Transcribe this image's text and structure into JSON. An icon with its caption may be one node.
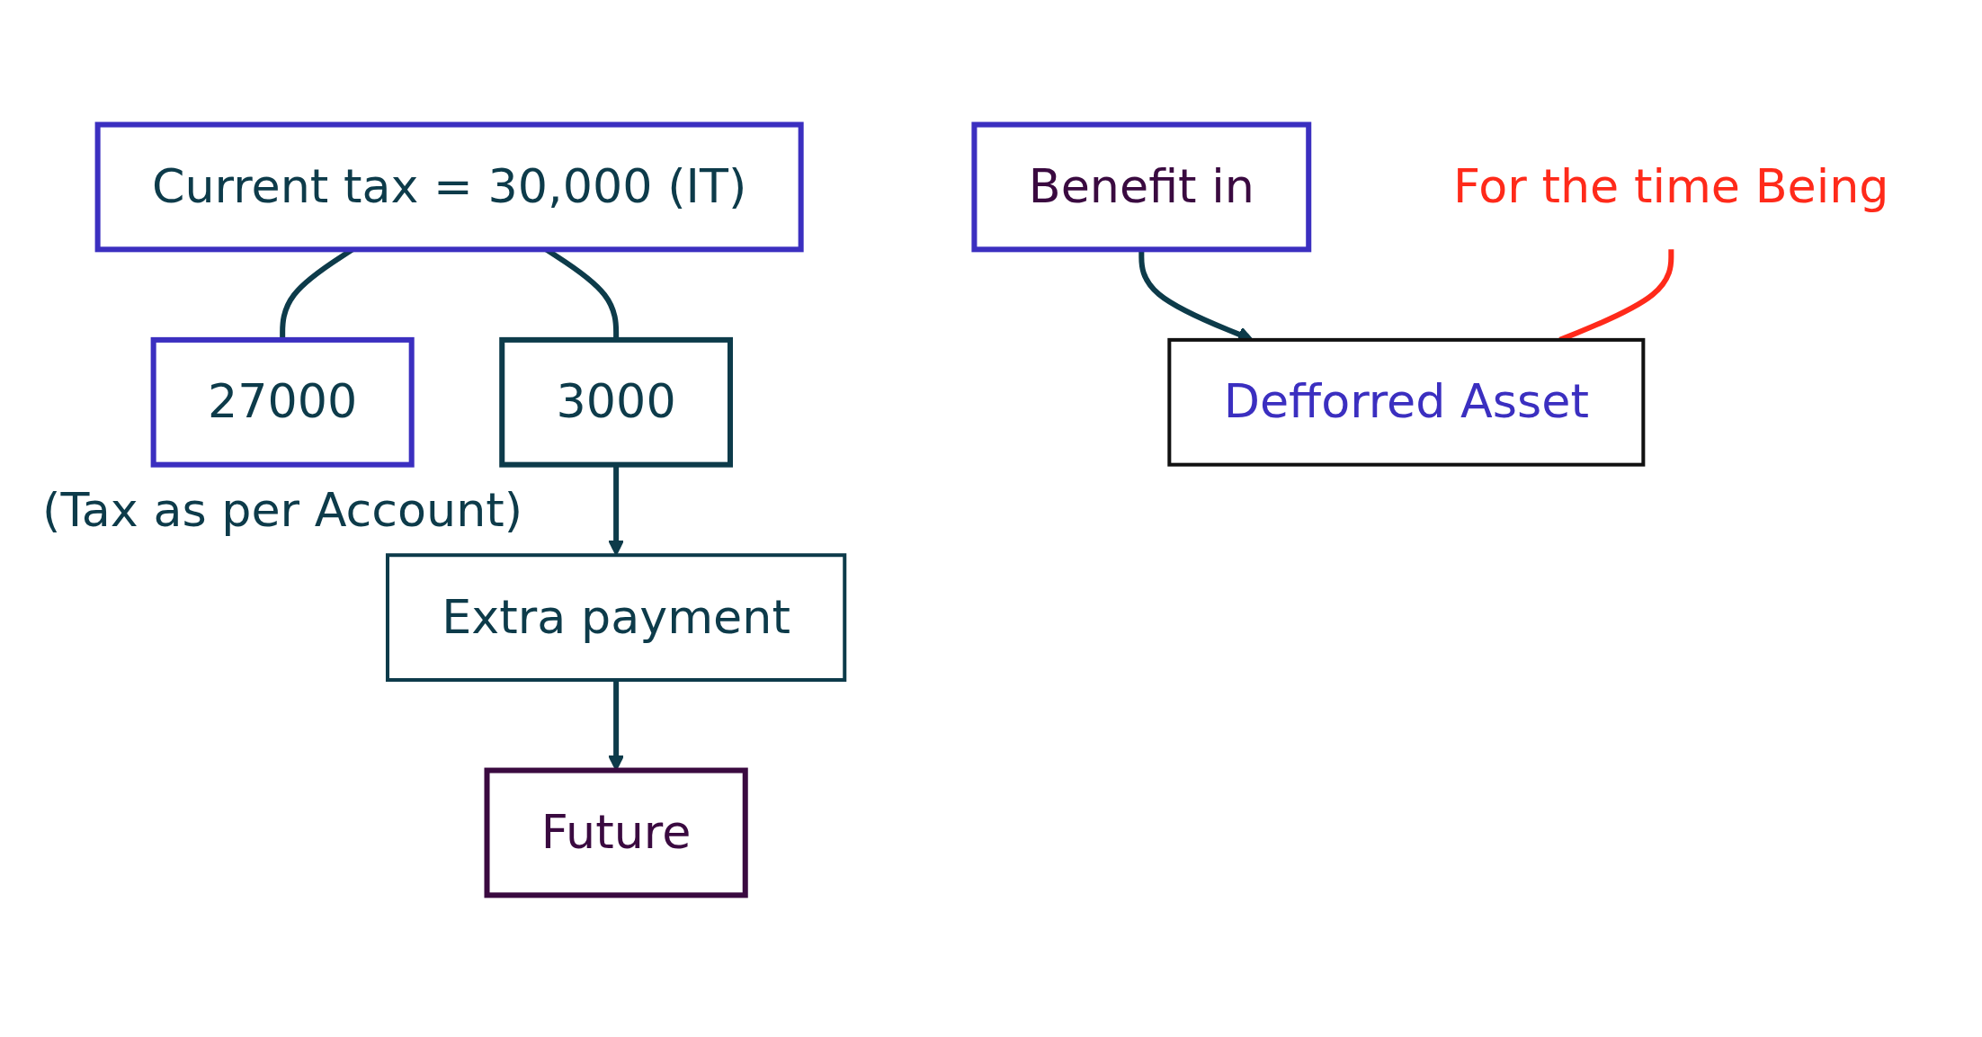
{
  "diagram": {
    "nodes": [
      {
        "text": [
          "Current tax = 30,000 (IT)"
        ]
      },
      {
        "text": [
          "27000"
        ],
        "beside": [
          "(Tax as per Account)"
        ]
      },
      {
        "text": [
          "3000"
        ]
      },
      {
        "text": [
          "Extra payment"
        ]
      },
      {
        "text": [
          "Future"
        ]
      },
      {
        "text": [
          "Benefit in"
        ]
      },
      {
        "text": [
          "Defforred Asset"
        ]
      },
      {
        "text": [
          "For the time Being"
        ]
      }
    ],
    "edges": [
      {
        "from": 0,
        "to": 1,
        "arrow": "none"
      },
      {
        "from": 0,
        "to": 2,
        "arrow": "none"
      },
      {
        "from": 2,
        "to": 3,
        "arrow": "to"
      },
      {
        "from": 3,
        "to": 4,
        "arrow": "to"
      },
      {
        "from": 5,
        "to": 6,
        "arrow": "to"
      },
      {
        "from": 7,
        "to": 6,
        "arrow": "none",
        "color": "#ff2a1a"
      }
    ]
  }
}
